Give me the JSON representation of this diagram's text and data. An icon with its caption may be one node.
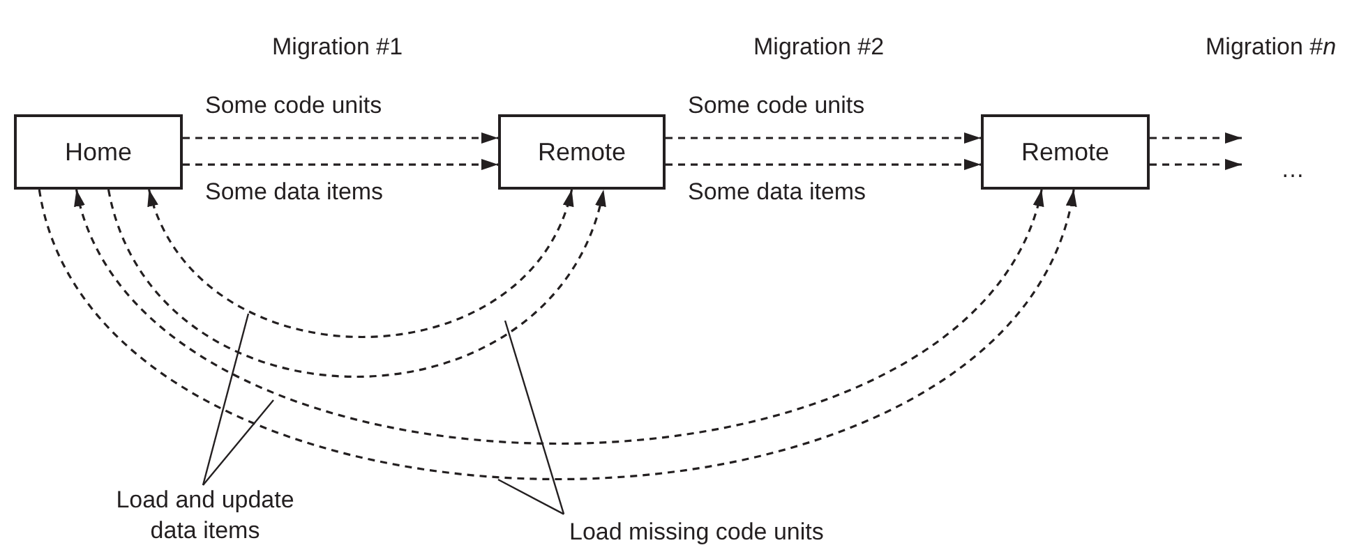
{
  "diagram": {
    "nodes": [
      {
        "text": [
          "Home"
        ]
      },
      {
        "text": [
          "Remote"
        ]
      },
      {
        "text": [
          "Remote"
        ]
      },
      {
        "text": [
          "Load and update data items"
        ]
      },
      {
        "text": [
          "Load missing code units"
        ]
      }
    ],
    "edges": [
      {
        "from": 0,
        "to": 1,
        "arrow": "to",
        "label": "Some code units",
        "style": "dashed"
      },
      {
        "from": 0,
        "to": 1,
        "arrow": "to",
        "label": "Some data items",
        "style": "dashed"
      },
      {
        "from": 1,
        "to": 2,
        "arrow": "to",
        "label": "Some code units",
        "style": "dashed"
      },
      {
        "from": 1,
        "to": 2,
        "arrow": "to",
        "label": "Some data items",
        "style": "dashed"
      },
      {
        "from": 2,
        "to": null,
        "arrow": "to",
        "style": "dashed"
      },
      {
        "from": 2,
        "to": null,
        "arrow": "to",
        "style": "dashed"
      },
      {
        "from": 0,
        "to": 1,
        "arrow": "both",
        "style": "dashed"
      },
      {
        "from": 0,
        "to": 1,
        "arrow": "to",
        "style": "dashed"
      },
      {
        "from": 0,
        "to": 2,
        "arrow": "both",
        "style": "dashed"
      },
      {
        "from": 0,
        "to": 2,
        "arrow": "to",
        "style": "dashed"
      },
      {
        "from": 3,
        "to": null,
        "arrow": "none"
      },
      {
        "from": 3,
        "to": null,
        "arrow": "none"
      },
      {
        "from": 4,
        "to": null,
        "arrow": "none"
      },
      {
        "from": 4,
        "to": null,
        "arrow": "none"
      }
    ],
    "labels": [
      "Migration #1",
      "Migration #2",
      "Migration #*n*",
      "…"
    ]
  }
}
